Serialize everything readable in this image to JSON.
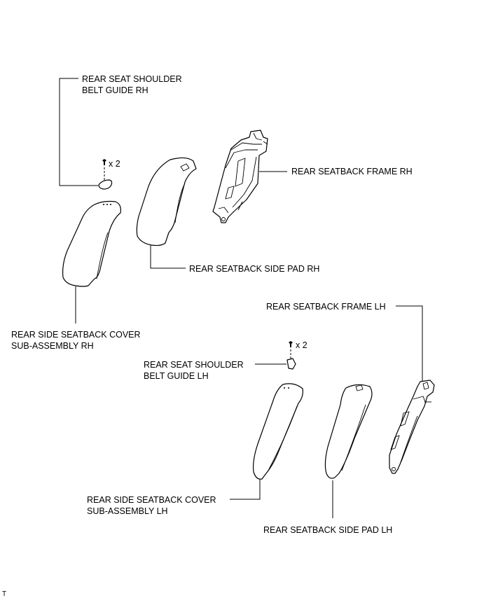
{
  "labels": {
    "guide_rh_1": "REAR SEAT SHOULDER",
    "guide_rh_2": "BELT GUIDE RH",
    "qty_rh": "x 2",
    "frame_rh": "REAR SEATBACK FRAME RH",
    "pad_rh": "REAR SEATBACK SIDE PAD RH",
    "cover_rh_1": "REAR SIDE SEATBACK COVER",
    "cover_rh_2": "SUB-ASSEMBLY RH",
    "frame_lh": "REAR SEATBACK FRAME LH",
    "qty_lh": "x 2",
    "guide_lh_1": "REAR SEAT SHOULDER",
    "guide_lh_2": "BELT GUIDE LH",
    "cover_lh_1": "REAR SIDE SEATBACK COVER",
    "cover_lh_2": "SUB-ASSEMBLY LH",
    "pad_lh": "REAR SEATBACK SIDE PAD LH"
  },
  "footer_mark": "T",
  "icons": {
    "clip": "clip-icon"
  }
}
